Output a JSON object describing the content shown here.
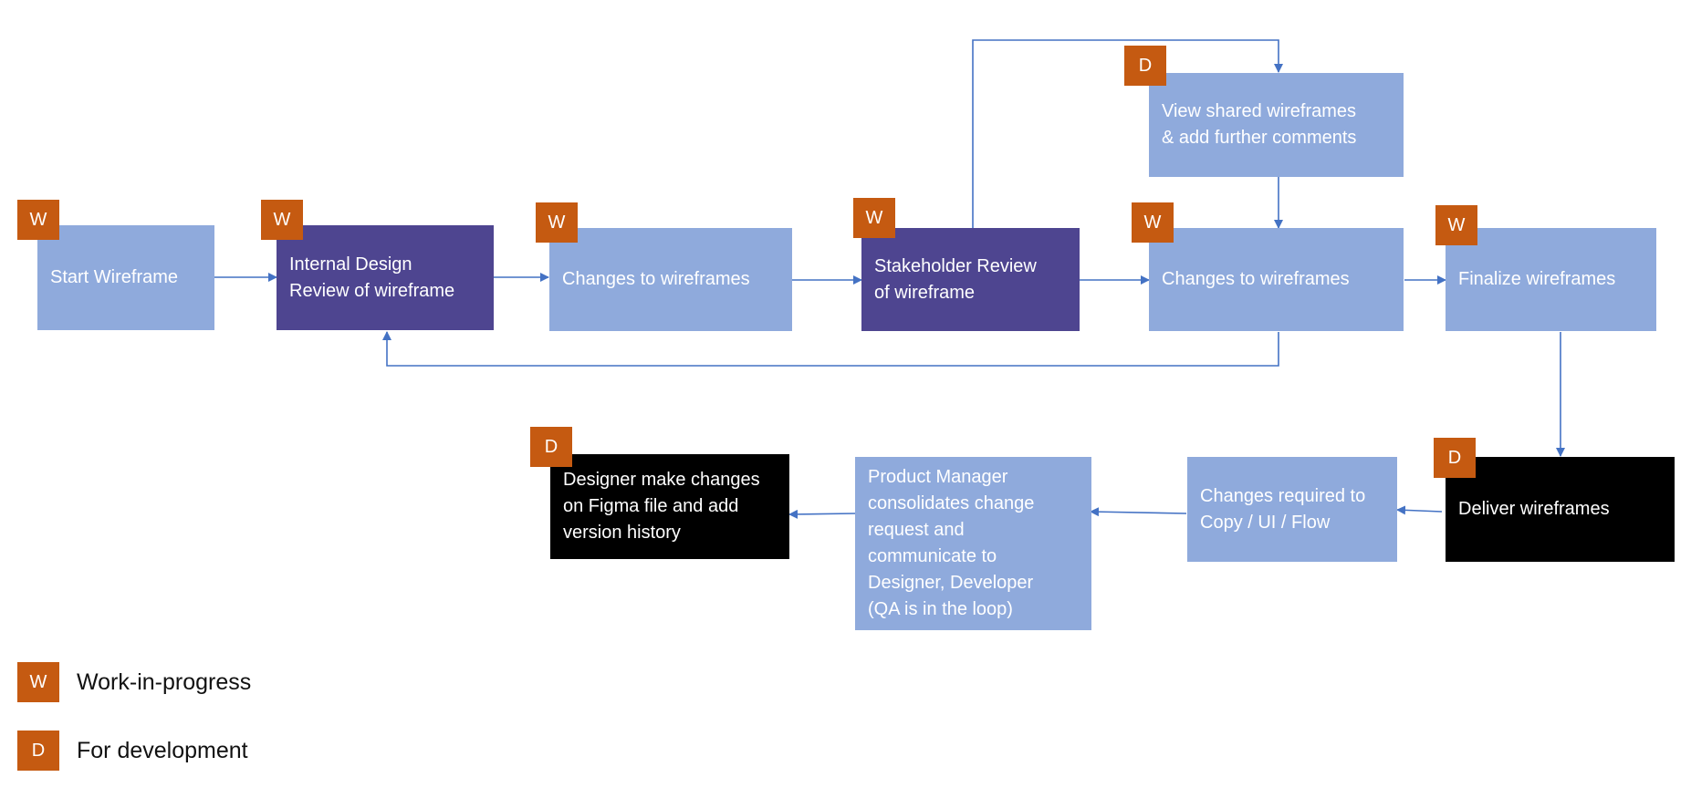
{
  "colors": {
    "light_box": "#8FAADC",
    "dark_box": "#4E4590",
    "black_box": "#000000",
    "badge": "#C55A11",
    "arrow": "#4472C4"
  },
  "nodes": {
    "start": {
      "label": "Start Wireframe",
      "badge": "W"
    },
    "internal_review": {
      "label": "Internal Design\nReview of wireframe",
      "badge": "W"
    },
    "changes_1": {
      "label": "Changes to wireframes",
      "badge": "W"
    },
    "stakeholder_review": {
      "label": "Stakeholder Review\nof wireframe",
      "badge": "W"
    },
    "view_shared": {
      "label": "View shared wireframes\n& add further comments",
      "badge": "D"
    },
    "changes_2": {
      "label": "Changes to wireframes",
      "badge": "W"
    },
    "finalize": {
      "label": "Finalize wireframes",
      "badge": "W"
    },
    "deliver": {
      "label": "Deliver wireframes",
      "badge": "D"
    },
    "changes_required": {
      "label": "Changes required to\nCopy / UI / Flow"
    },
    "product_manager": {
      "label": "Product Manager\nconsolidates change\nrequest and\ncommunicate to\nDesigner, Developer\n(QA is in the loop)"
    },
    "designer_changes": {
      "label": "Designer make changes\non Figma file and add\nversion history",
      "badge": "D"
    }
  },
  "legend": [
    {
      "badge": "W",
      "label": "Work-in-progress"
    },
    {
      "badge": "D",
      "label": "For development"
    }
  ]
}
